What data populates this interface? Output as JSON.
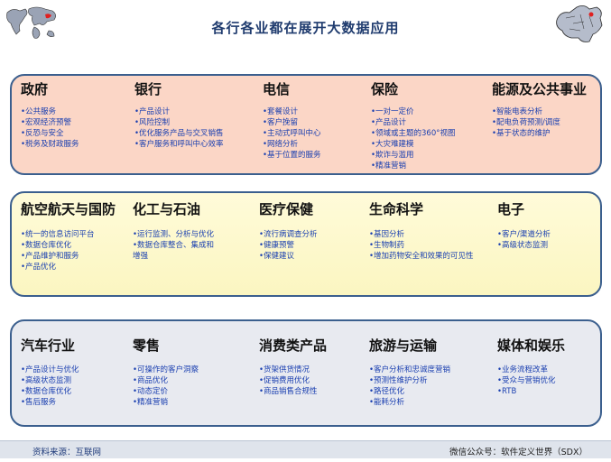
{
  "title": "各行各业都在展开大数据应用",
  "footer": {
    "source": "资料来源：互联网",
    "wechat": "微信公众号：软件定义世界（SDX）"
  },
  "panels": [
    {
      "sectors": [
        {
          "name": "政府",
          "items": [
            "•公共服务",
            "•宏观经济预警",
            "•反恐与安全",
            "•税务及财政服务"
          ]
        },
        {
          "name": "银行",
          "items": [
            "•产品设计",
            "•风险控制",
            "•优化服务产品与交叉销售",
            "•客户服务和呼叫中心效率"
          ]
        },
        {
          "name": "电信",
          "items": [
            "•套餐设计",
            "•客户挽留",
            "•主动式呼叫中心",
            "•网络分析",
            "•基于位置的服务"
          ]
        },
        {
          "name": "保险",
          "items": [
            "•一对一定价",
            "•产品设计",
            "•领域或主题的360°视图",
            "•大灾难建模",
            "•欺诈与滥用",
            "•精准营销"
          ]
        },
        {
          "name": "能源及公共事业",
          "items": [
            "•智能电表分析",
            "•配电负荷预测/调度",
            "•基于状态的维护"
          ]
        }
      ]
    },
    {
      "sectors": [
        {
          "name": "航空航天与国防",
          "items": [
            "•统一的信息访问平台",
            "•数据仓库优化",
            "•产品维护和服务",
            "•产品优化"
          ]
        },
        {
          "name": "化工与石油",
          "items": [
            "•运行监测、分析与优化",
            "•数据仓库整合、集成和增强"
          ]
        },
        {
          "name": "医疗保健",
          "items": [
            "•流行病调查分析",
            "•健康预警",
            "•保健建议"
          ]
        },
        {
          "name": "生命科学",
          "items": [
            "•基因分析",
            "•生物制药",
            "•增加药物安全和效果的可见性"
          ]
        },
        {
          "name": "电子",
          "items": [
            "•客户/渠道分析",
            "•高级状态监测"
          ]
        }
      ]
    },
    {
      "sectors": [
        {
          "name": "汽车行业",
          "items": [
            "•产品设计与优化",
            "•高级状态监测",
            "•数据仓库优化",
            "•售后服务"
          ]
        },
        {
          "name": "零售",
          "items": [
            "•可操作的客户洞察",
            "•商品优化",
            "•动态定价",
            "•精准营销"
          ]
        },
        {
          "name": "消费类产品",
          "items": [
            "•货架供货情况",
            "•促销费用优化",
            "•商品销售合规性"
          ]
        },
        {
          "name": "旅游与运输",
          "items": [
            "•客户分析和忠诚度营销",
            "•预测性维护分析",
            "•路径优化",
            "•能耗分析"
          ]
        },
        {
          "name": "媒体和娱乐",
          "items": [
            "•业务流程改革",
            "•受众与营销优化",
            "•RTB"
          ]
        }
      ]
    }
  ]
}
